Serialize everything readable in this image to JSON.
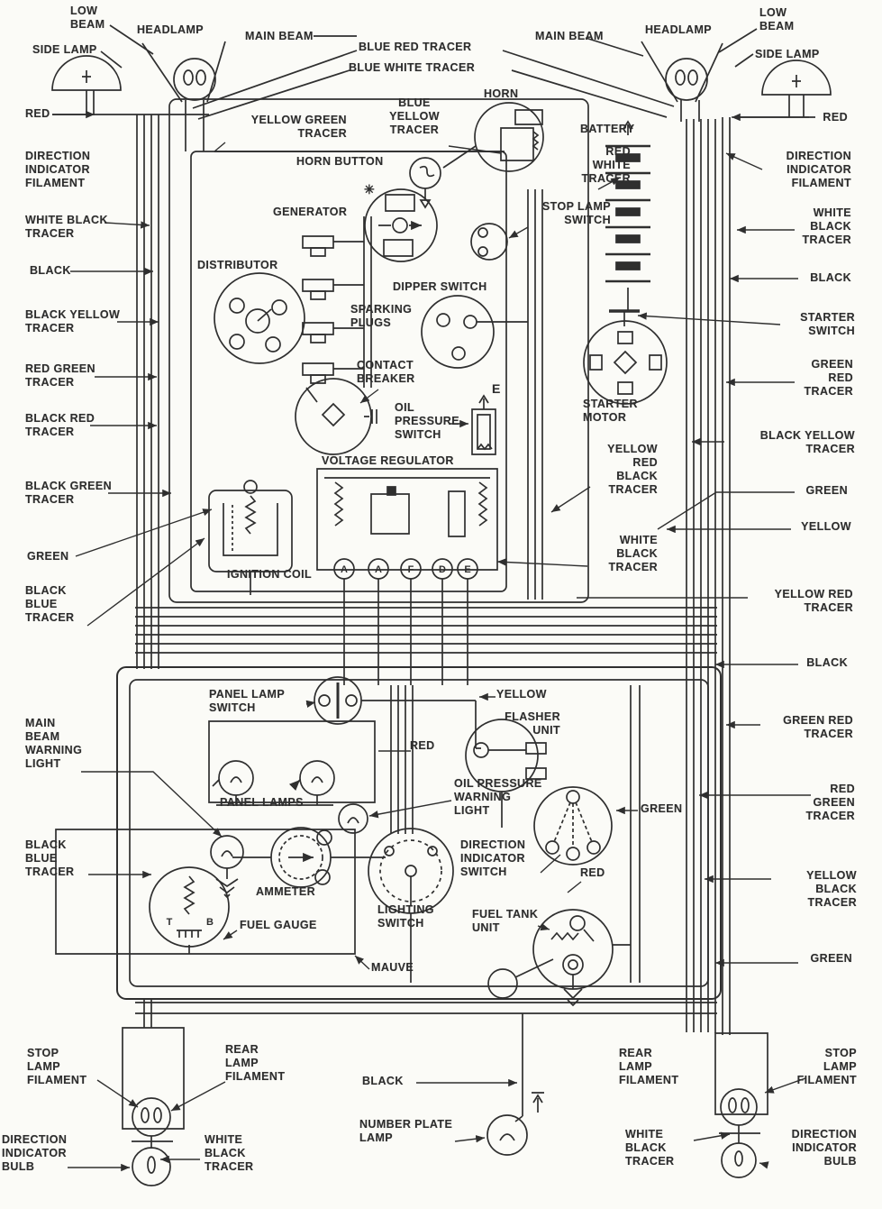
{
  "colors": {
    "paper": "#fbfbf7",
    "ink": "#2f2f2f"
  },
  "labels": {
    "low_beam_left": "LOW\nBEAM",
    "headlamp_left": "HEADLAMP",
    "side_lamp_left": "SIDE LAMP",
    "main_beam_left": "MAIN BEAM",
    "blue_red_tracer": "BLUE RED TRACER",
    "blue_white_tracer": "BLUE WHITE TRACER",
    "main_beam_right": "MAIN BEAM",
    "headlamp_right": "HEADLAMP",
    "low_beam_right": "LOW\nBEAM",
    "side_lamp_right": "SIDE LAMP",
    "red_left": "RED",
    "red_right": "RED",
    "yellow_green_tracer": "YELLOW GREEN\nTRACER",
    "blue_yellow_tracer": "BLUE\nYELLOW\nTRACER",
    "horn": "HORN",
    "horn_button": "HORN BUTTON",
    "battery": "BATTERY",
    "generator": "GENERATOR",
    "generator_mark": "✳",
    "red_white_tracer": "RED\nWHITE\nTRACER",
    "stop_lamp_switch": "STOP LAMP\nSWITCH",
    "dir_ind_filament_left": "DIRECTION\nINDICATOR\nFILAMENT",
    "dir_ind_filament_right": "DIRECTION\nINDICATOR\nFILAMENT",
    "white_black_tracer_left": "WHITE BLACK\nTRACER",
    "white_black_tracer_right": "WHITE\nBLACK\nTRACER",
    "black_left": "BLACK",
    "black_right": "BLACK",
    "distributor": "DISTRIBUTOR",
    "dipper_switch": "DIPPER SWITCH",
    "sparking_plugs": "SPARKING\nPLUGS",
    "starter_switch": "STARTER\nSWITCH",
    "black_yellow_tracer_left": "BLACK YELLOW\nTRACER",
    "contact_breaker": "CONTACT\nBREAKER",
    "red_green_tracer_left": "RED GREEN\nTRACER",
    "green_red_tracer_right": "GREEN\nRED\nTRACER",
    "oil_pressure_switch": "OIL\nPRESSURE\nSWITCH",
    "starter_motor": "STARTER\nMOTOR",
    "black_red_tracer_left": "BLACK RED\nTRACER",
    "black_yellow_tracer_right": "BLACK YELLOW\nTRACER",
    "e_label": "E",
    "yellow_red_black_tracer": "YELLOW\nRED\nBLACK\nTRACER",
    "voltage_regulator": "VOLTAGE REGULATOR",
    "green_right": "GREEN",
    "black_green_tracer_left": "BLACK GREEN\nTRACER",
    "yellow_right": "YELLOW",
    "white_black_tracer_mid": "WHITE\nBLACK\nTRACER",
    "green_left": "GREEN",
    "ignition_coil": "IGNITION COIL",
    "yellow_red_tracer_right": "YELLOW RED\nTRACER",
    "black_blue_tracer_left_upper": "BLACK\nBLUE\nTRACER",
    "black_right2": "BLACK",
    "panel_lamp_switch": "PANEL LAMP\nSWITCH",
    "yellow_mid": "YELLOW",
    "main_beam_warning_light": "MAIN\nBEAM\nWARNING\nLIGHT",
    "flasher_unit": "FLASHER\nUNIT",
    "green_red_tracer_right2": "GREEN RED\nTRACER",
    "red_mid": "RED",
    "oil_pressure_warning_light": "OIL PRESSURE\nWARNING\nLIGHT",
    "panel_lamps": "PANEL LAMPS",
    "red_green_tracer_right": "RED\nGREEN\nTRACER",
    "dir_ind_switch": "DIRECTION\nINDICATOR\nSWITCH",
    "green_mid": "GREEN",
    "red_mid2": "RED",
    "black_blue_tracer_left_lower": "BLACK\nBLUE\nTRACER",
    "ammeter": "AMMETER",
    "yellow_black_tracer_right": "YELLOW\nBLACK\nTRACER",
    "fuel_gauge": "FUEL GAUGE",
    "lighting_switch": "LIGHTING\nSWITCH",
    "fuel_tank_unit": "FUEL TANK\nUNIT",
    "green_right2": "GREEN",
    "mauve": "MAUVE",
    "stop_lamp_filament_bl": "STOP\nLAMP\nFILAMENT",
    "rear_lamp_filament_bl": "REAR\nLAMP\nFILAMENT",
    "black_bottom": "BLACK",
    "rear_lamp_filament_br": "REAR\nLAMP\nFILAMENT",
    "stop_lamp_filament_br": "STOP\nLAMP\nFILAMENT",
    "dir_ind_bulb_bl": "DIRECTION\nINDICATOR\nBULB",
    "white_black_tracer_bl": "WHITE\nBLACK\nTRACER",
    "number_plate_lamp": "NUMBER PLATE\nLAMP",
    "white_black_tracer_br": "WHITE\nBLACK\nTRACER",
    "dir_ind_bulb_br": "DIRECTION\nINDICATOR\nBULB"
  },
  "terminals": {
    "regulator": [
      "A",
      "A",
      "F",
      "D",
      "E"
    ],
    "fuel_gauge_left": "T",
    "fuel_gauge_right": "B"
  }
}
